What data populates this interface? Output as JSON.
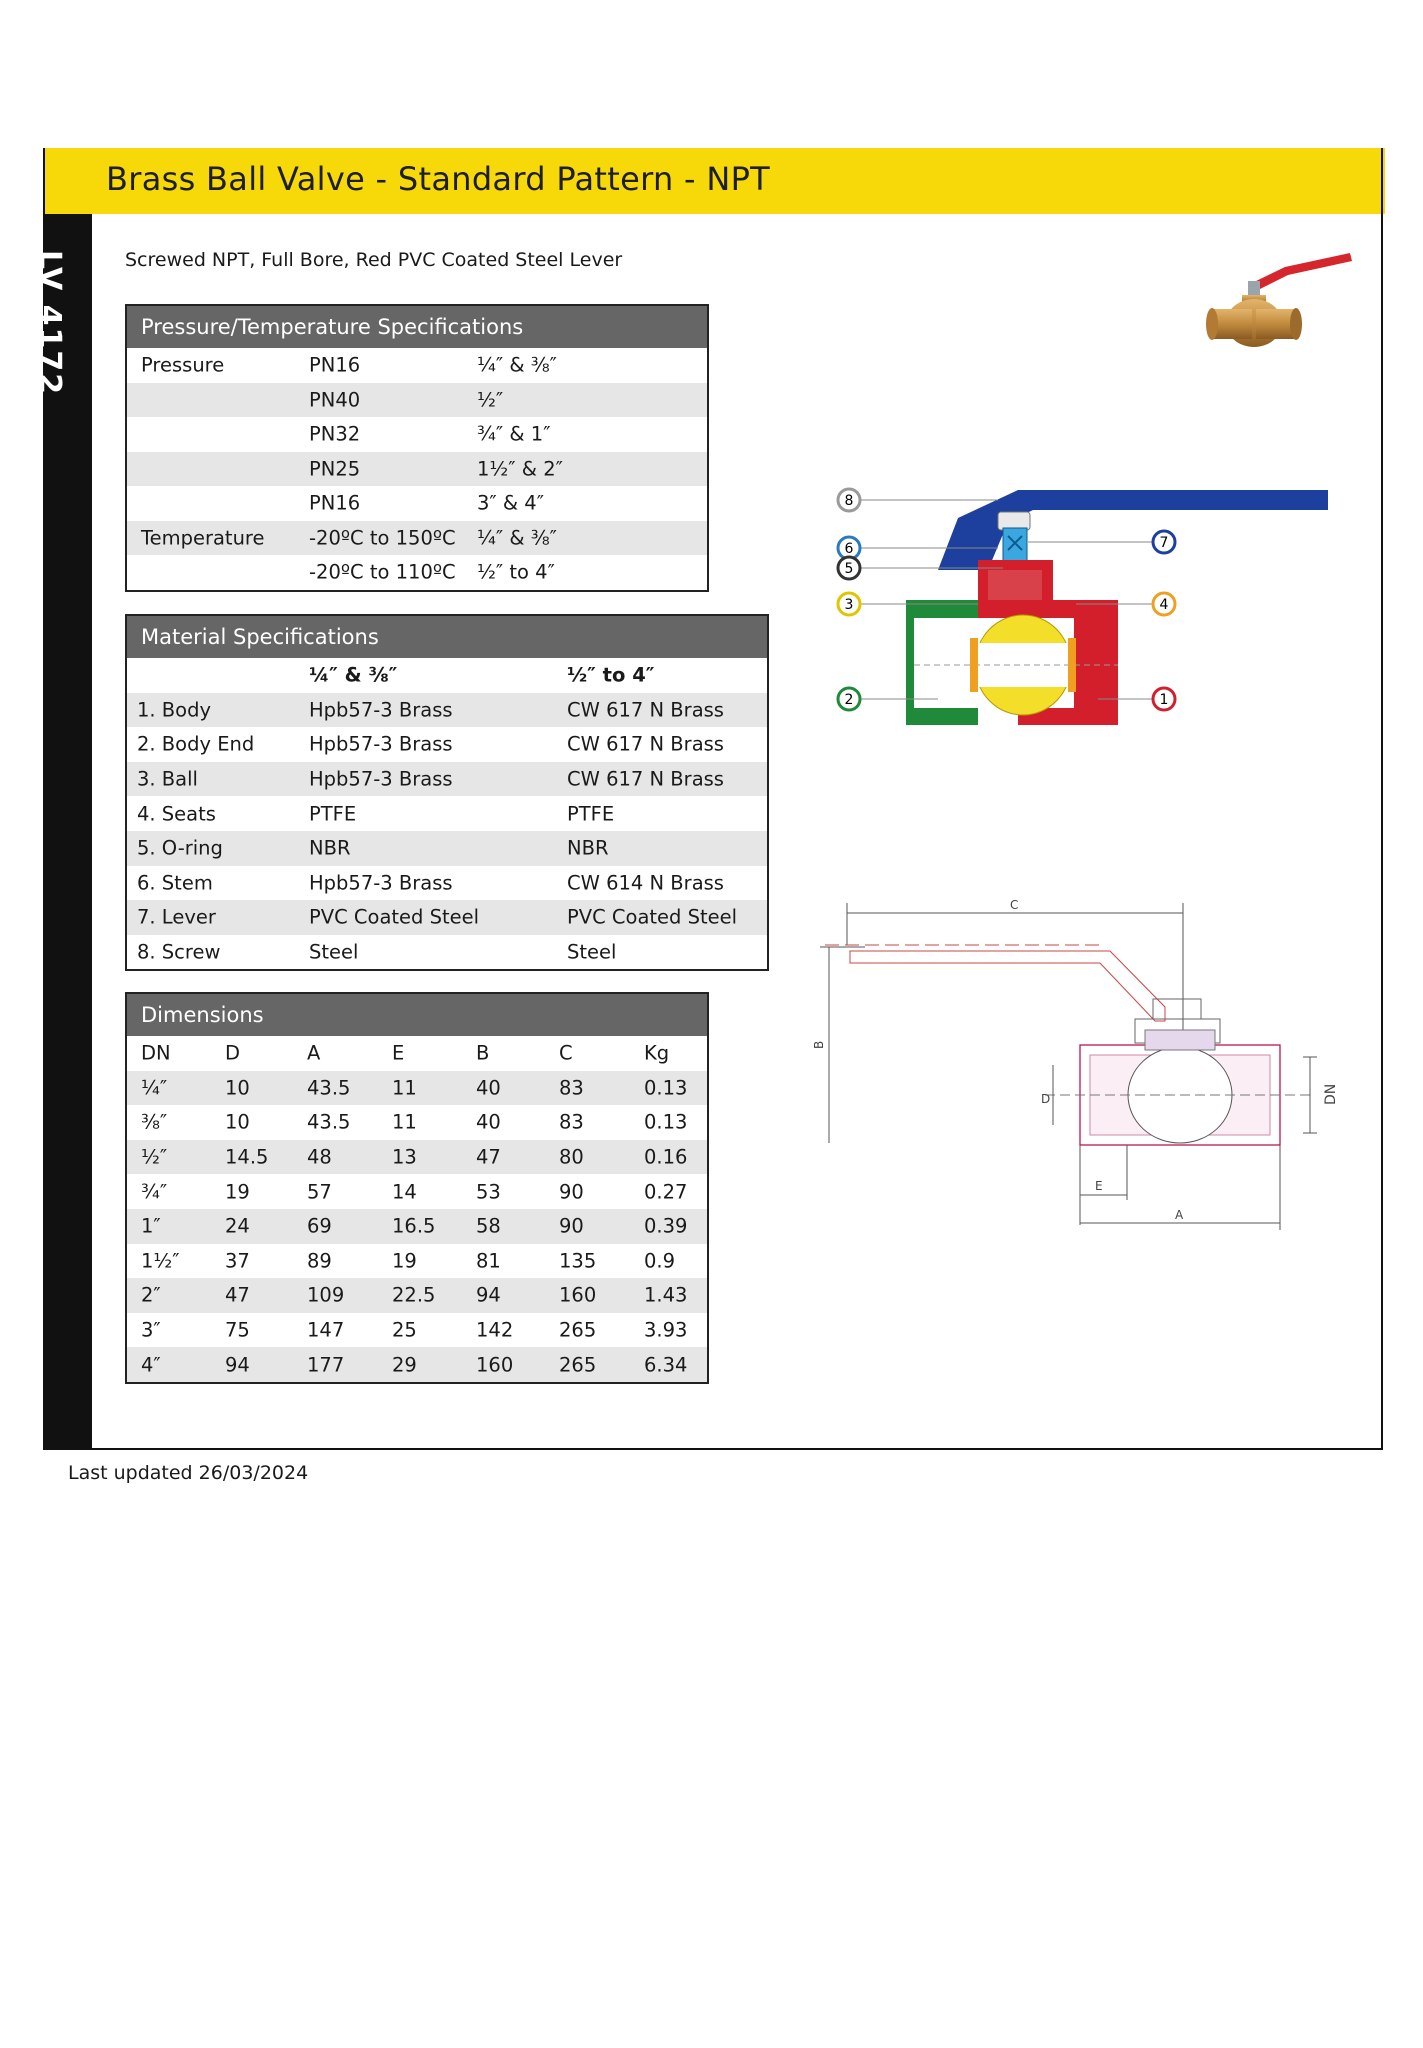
{
  "header": {
    "title": "Brass Ball Valve - Standard Pattern - NPT",
    "code": "LV 4172"
  },
  "subtitle": "Screwed NPT, Full Bore, Red PVC Coated Steel Lever",
  "pressure_table": {
    "title": "Pressure/Temperature Specifications",
    "rows": [
      {
        "label": "Pressure",
        "rating": "PN16",
        "size": "¼″ & ⅜″"
      },
      {
        "label": "",
        "rating": "PN40",
        "size": "½″"
      },
      {
        "label": "",
        "rating": "PN32",
        "size": "¾″ & 1″"
      },
      {
        "label": "",
        "rating": "PN25",
        "size": "1½″ & 2″"
      },
      {
        "label": "",
        "rating": "PN16",
        "size": "3″ & 4″"
      },
      {
        "label": "Temperature",
        "rating": "-20ºC to 150ºC",
        "size": "¼″ & ⅜″"
      },
      {
        "label": "",
        "rating": "-20ºC to 110ºC",
        "size": "½″ to 4″"
      }
    ]
  },
  "material_table": {
    "title": "Material Specifications",
    "header": {
      "part": "",
      "col1": "¼″ & ⅜″",
      "col2": "½″ to 4″"
    },
    "rows": [
      {
        "part": "1. Body",
        "col1": "Hpb57-3 Brass",
        "col2": "CW 617 N Brass"
      },
      {
        "part": "2. Body End",
        "col1": "Hpb57-3 Brass",
        "col2": "CW 617 N Brass"
      },
      {
        "part": "3. Ball",
        "col1": "Hpb57-3 Brass",
        "col2": "CW 617 N Brass"
      },
      {
        "part": "4. Seats",
        "col1": "PTFE",
        "col2": "PTFE"
      },
      {
        "part": "5. O-ring",
        "col1": "NBR",
        "col2": "NBR"
      },
      {
        "part": "6. Stem",
        "col1": "Hpb57-3 Brass",
        "col2": "CW 614 N Brass"
      },
      {
        "part": "7. Lever",
        "col1": "PVC Coated Steel",
        "col2": "PVC Coated Steel"
      },
      {
        "part": "8. Screw",
        "col1": "Steel",
        "col2": "Steel"
      }
    ]
  },
  "dimensions_table": {
    "title": "Dimensions",
    "columns": [
      "DN",
      "D",
      "A",
      "E",
      "B",
      "C",
      "Kg"
    ],
    "rows": [
      [
        "¼″",
        "10",
        "43.5",
        "11",
        "40",
        "83",
        "0.13"
      ],
      [
        "⅜″",
        "10",
        "43.5",
        "11",
        "40",
        "83",
        "0.13"
      ],
      [
        "½″",
        "14.5",
        "48",
        "13",
        "47",
        "80",
        "0.16"
      ],
      [
        "¾″",
        "19",
        "57",
        "14",
        "53",
        "90",
        "0.27"
      ],
      [
        "1″",
        "24",
        "69",
        "16.5",
        "58",
        "90",
        "0.39"
      ],
      [
        "1½″",
        "37",
        "89",
        "19",
        "81",
        "135",
        "0.9"
      ],
      [
        "2″",
        "47",
        "109",
        "22.5",
        "94",
        "160",
        "1.43"
      ],
      [
        "3″",
        "75",
        "147",
        "25",
        "142",
        "265",
        "3.93"
      ],
      [
        "4″",
        "94",
        "177",
        "29",
        "160",
        "265",
        "6.34"
      ]
    ]
  },
  "diagram": {
    "callouts": [
      "1",
      "2",
      "3",
      "4",
      "5",
      "6",
      "7",
      "8"
    ],
    "dimension_labels": [
      "C",
      "B",
      "D",
      "E",
      "A",
      "DN"
    ]
  },
  "colors": {
    "banner": "#f7d90a",
    "table_header": "#666666",
    "lever": "#1d3f9e",
    "body": "#d21f2b",
    "body_end": "#1f8a3a",
    "ball": "#f3df2a",
    "stem": "#3aa7e0"
  },
  "footer": {
    "updated": "Last updated 26/03/2024"
  }
}
